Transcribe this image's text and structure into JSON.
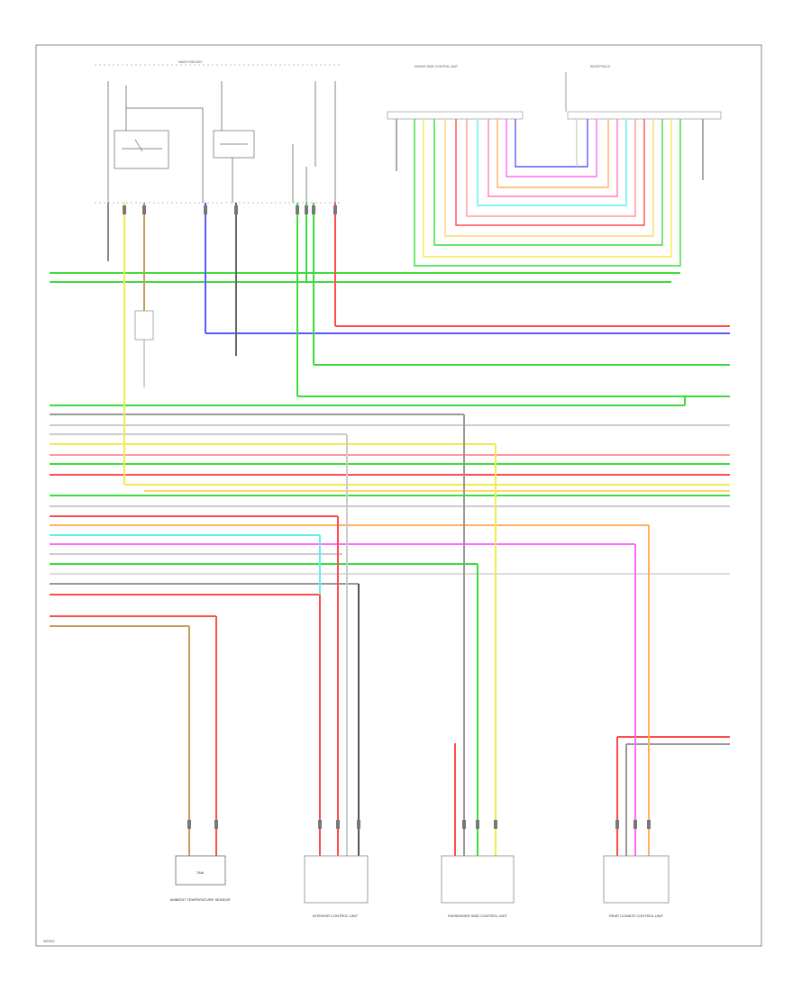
{
  "diagram": {
    "top_labels": [
      "MAIN FUSE BOX",
      "DRIVER SIDE CONTROL UNIT",
      "RECEPTACLE"
    ],
    "wire_color_codes": [
      "LT GRN",
      "BLU",
      "RED",
      "YEL",
      "GRN",
      "PNK",
      "ORN",
      "WHT",
      "BLK",
      "GRY",
      "BRN",
      "LT BLU"
    ],
    "components": [
      {
        "id": "ambient-sensor",
        "box_text": "TAM",
        "caption": "AMBIENT TEMPERATURE SENSOR"
      },
      {
        "id": "pt1",
        "caption": "INTERIOR CONTROL UNIT"
      },
      {
        "id": "pt2",
        "caption": "PASSENGER SIDE CONTROL UNIT"
      },
      {
        "id": "pt3",
        "caption": "REAR CLIMATE CONTROL UNIT"
      }
    ],
    "footer_text": "WIRING"
  },
  "colors": {
    "lt_green": "#3ddc3d",
    "blue": "#5a5aff",
    "red": "#ff4d4d",
    "yellow": "#f2ec4a",
    "pink": "#ff7fbf",
    "orange": "#ffb060",
    "magenta": "#ff6bff",
    "cyan": "#5ef0f0",
    "brown": "#c89b5a",
    "gray": "#999999",
    "black": "#222222"
  }
}
